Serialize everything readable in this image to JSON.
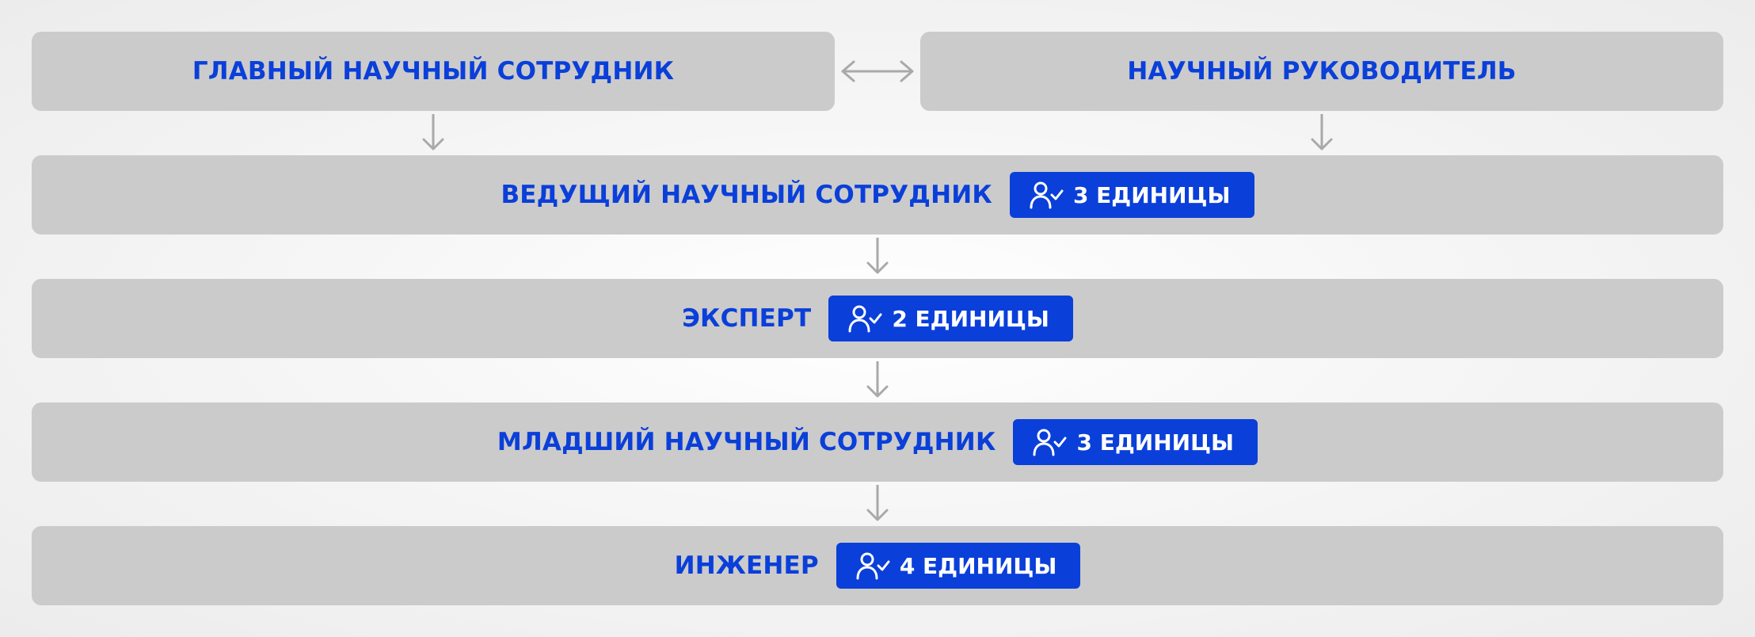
{
  "top": {
    "left": "ГЛАВНЫЙ НАУЧНЫЙ СОТРУДНИК",
    "right": "НАУЧНЫЙ РУКОВОДИТЕЛЬ"
  },
  "levels": [
    {
      "title": "ВЕДУЩИЙ НАУЧНЫЙ СОТРУДНИК",
      "badge": "3 ЕДИНИЦЫ",
      "icon": "user-check-icon"
    },
    {
      "title": "ЭКСПЕРТ",
      "badge": "2 ЕДИНИЦЫ",
      "icon": "user-check-icon"
    },
    {
      "title": "МЛАДШИЙ НАУЧНЫЙ СОТРУДНИК",
      "badge": "3 ЕДИНИЦЫ",
      "icon": "user-check-icon"
    },
    {
      "title": "ИНЖЕНЕР",
      "badge": "4 ЕДИНИЦЫ",
      "icon": "user-check-icon"
    }
  ],
  "colors": {
    "box": "#cbcbcb",
    "text": "#0a3fd9",
    "badge": "#0a3fd9",
    "arrow": "#a9a9a9"
  }
}
